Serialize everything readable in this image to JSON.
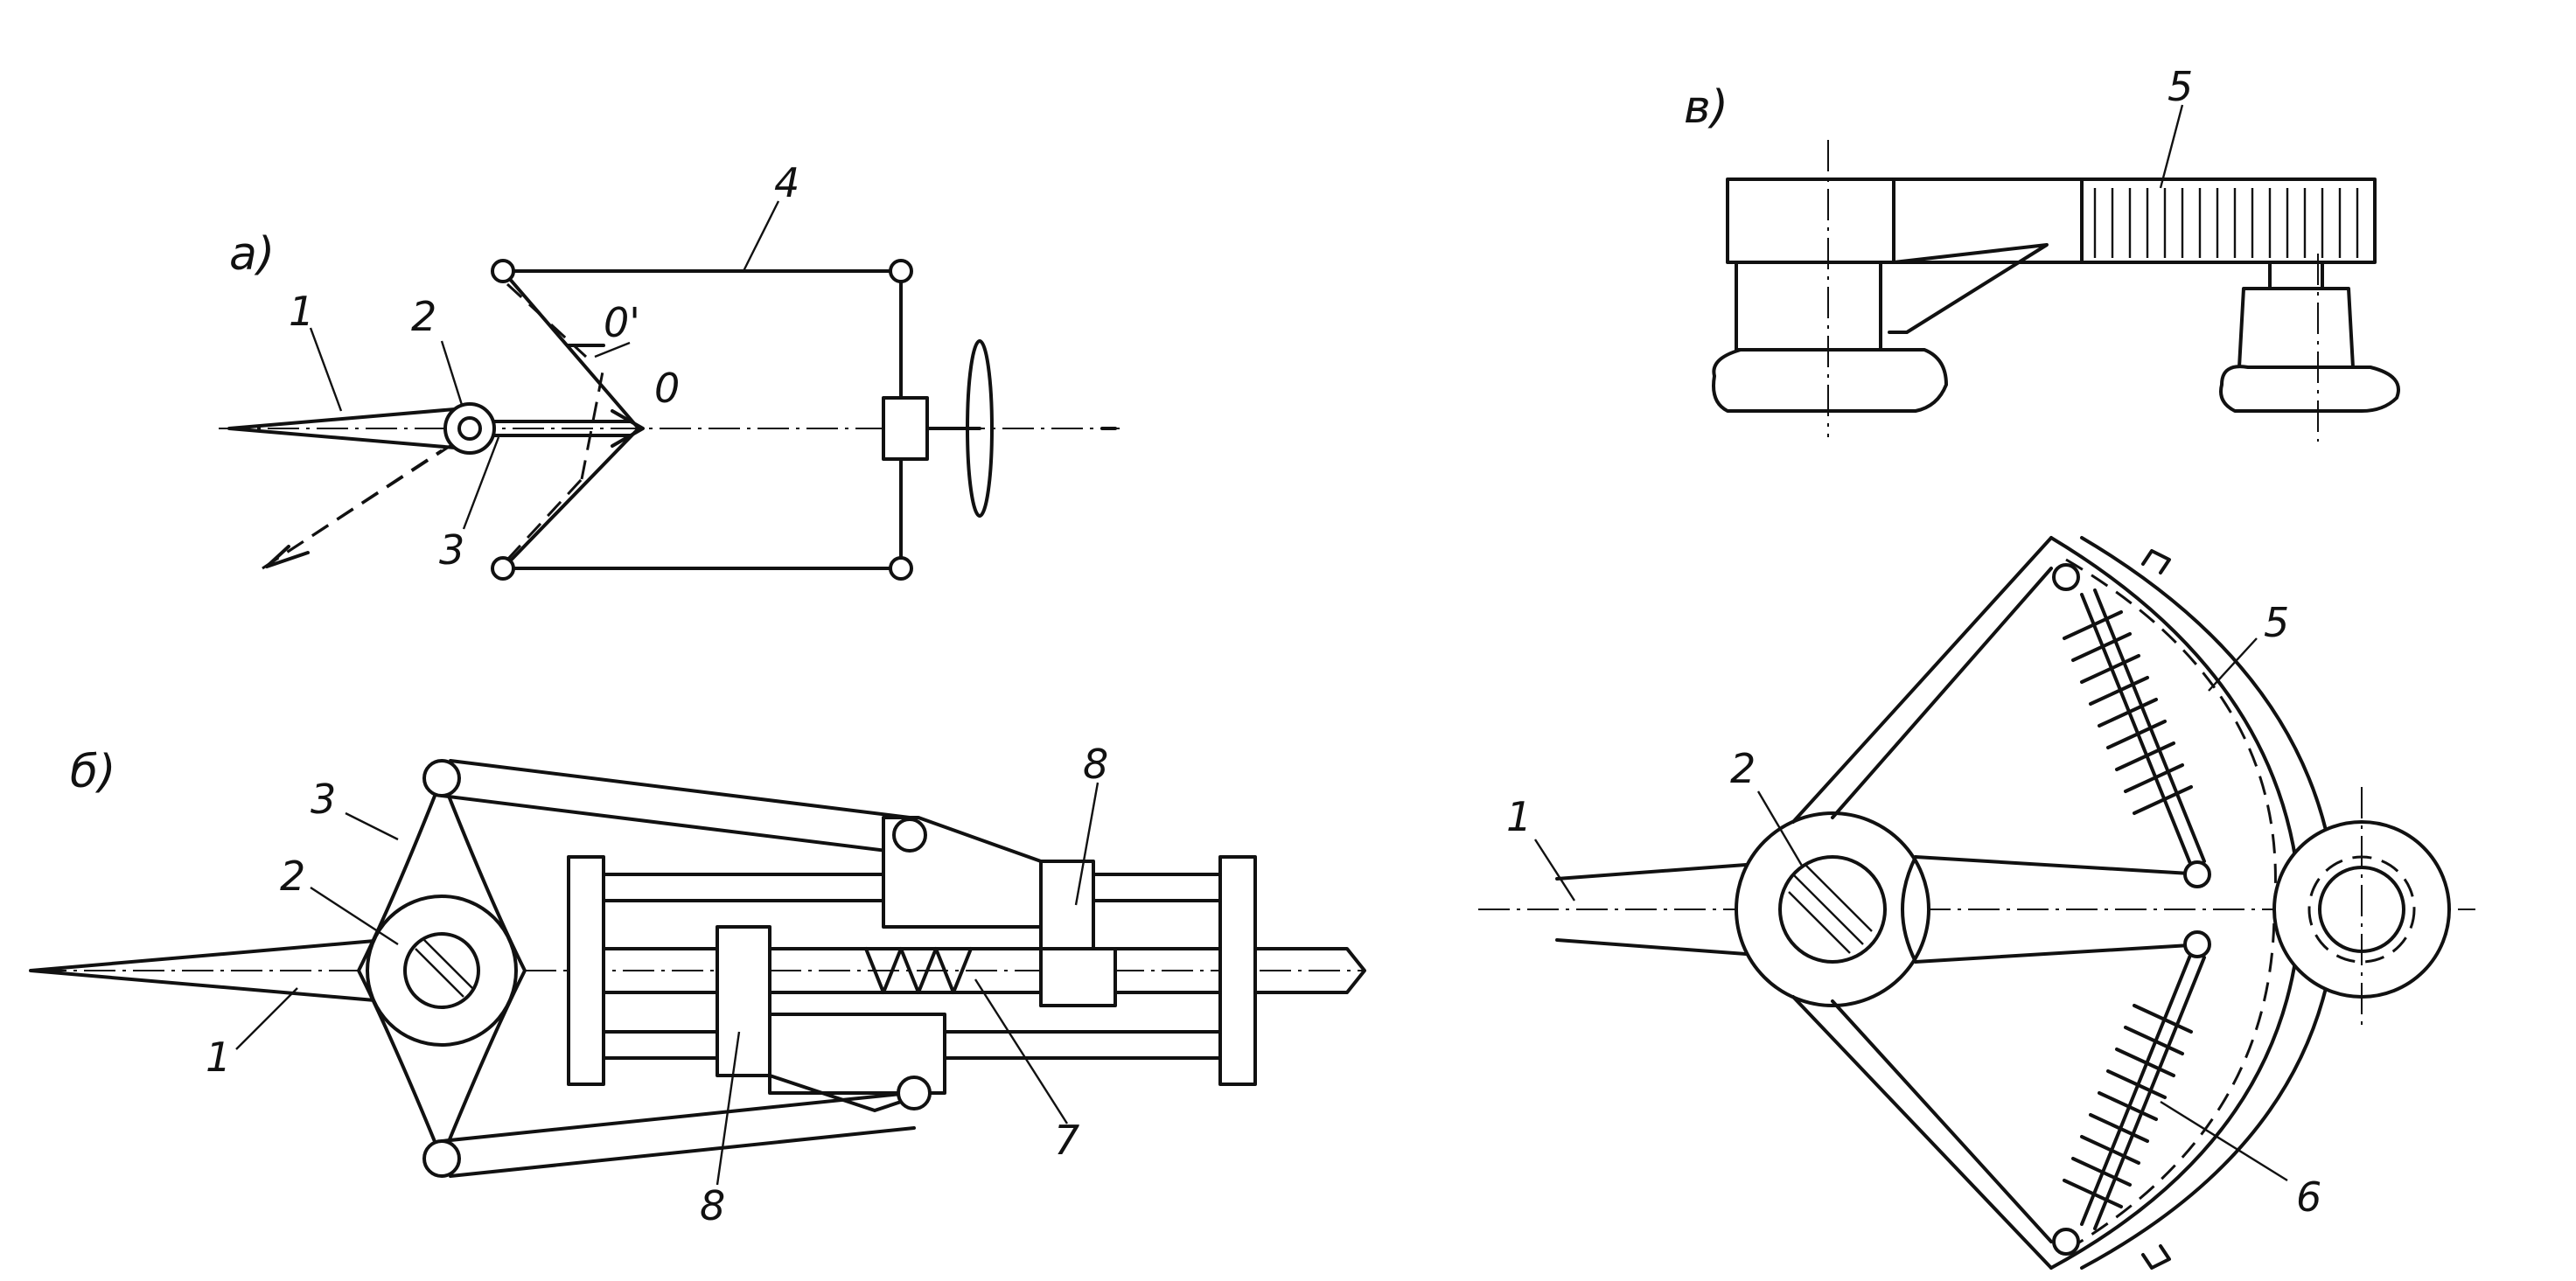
{
  "panels": {
    "a": "a)",
    "b": "б)",
    "v": "в)"
  },
  "labels": {
    "a": {
      "n1": "1",
      "n2": "2",
      "n3": "3",
      "n4": "4",
      "o": "0",
      "o_prime": "0'"
    },
    "b": {
      "n1": "1",
      "n2": "2",
      "n3": "3",
      "n7": "7",
      "n8_top": "8",
      "n8_bottom": "8"
    },
    "v_top": {
      "n5": "5"
    },
    "v_bottom": {
      "n1": "1",
      "n2": "2",
      "n5": "5",
      "n6": "6"
    }
  }
}
